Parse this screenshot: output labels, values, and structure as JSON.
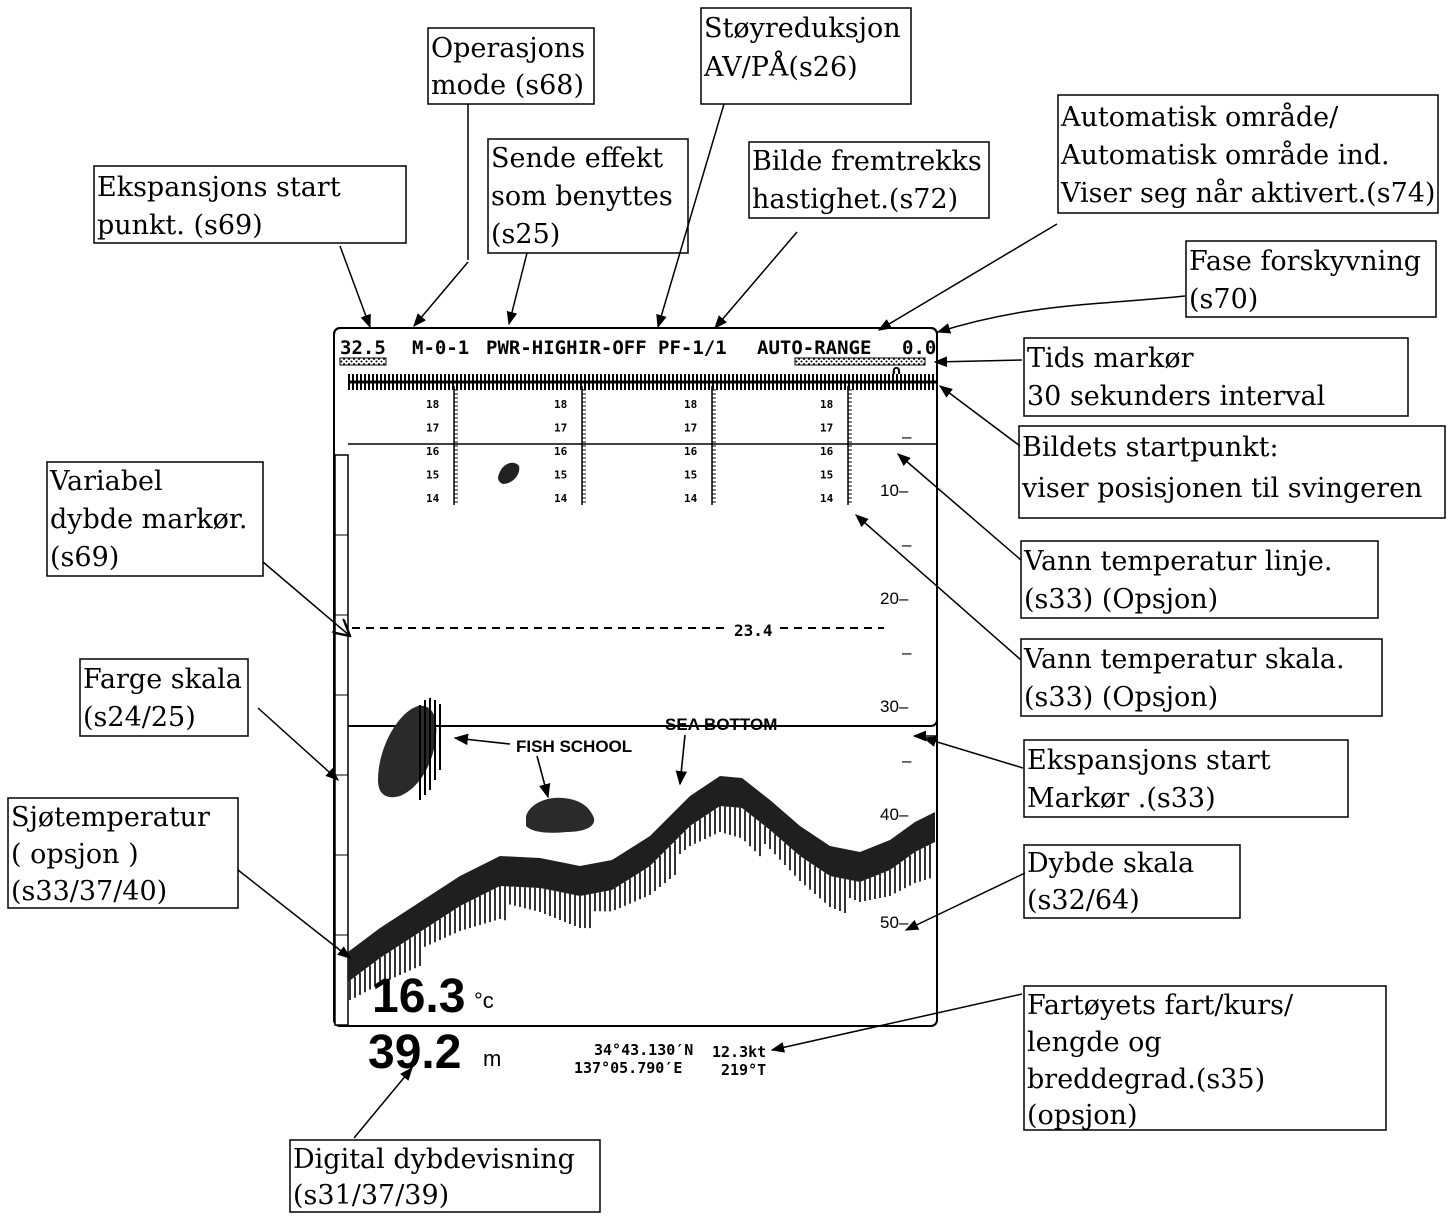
{
  "screen": {
    "header": {
      "expansion_start": "32.5",
      "mode": "M-0-1",
      "power": "PWR-HIGH",
      "ir": "IR-OFF",
      "pf": "PF-1/1",
      "auto_range": "AUTO-RANGE",
      "shift": "0.0"
    },
    "top_zero": "0",
    "depth_scale": [
      {
        "value": 0,
        "label": ""
      },
      {
        "value": 5,
        "label": "–"
      },
      {
        "value": 10,
        "label": "10–"
      },
      {
        "value": 15,
        "label": "–"
      },
      {
        "value": 20,
        "label": "20–"
      },
      {
        "value": 25,
        "label": "–"
      },
      {
        "value": 30,
        "label": "30–"
      },
      {
        "value": 35,
        "label": "–"
      },
      {
        "value": 40,
        "label": "40–"
      },
      {
        "value": 50,
        "label": "50–"
      }
    ],
    "temp_scale_ticks": [
      "18",
      "17",
      "16",
      "15",
      "14"
    ],
    "vrm_value": "23.4",
    "fish_school_label": "FISH SCHOOL",
    "sea_bottom_label": "SEA BOTTOM",
    "water_temp": {
      "value": "16.3",
      "unit": "°c"
    },
    "depth_readout": {
      "value": "39.2",
      "unit": "m"
    },
    "position": {
      "lat": "34°43.130′N",
      "lon": "137°05.790′E",
      "speed": "12.3kt",
      "course": "219°T"
    }
  },
  "callouts": {
    "operasjons_mode": [
      "Operasjons",
      "mode (s68)"
    ],
    "stoyreduksjon": [
      "Støyreduksjon",
      "AV/PÅ(s26)"
    ],
    "sende_effekt": [
      "Sende effekt",
      "som benyttes",
      "(s25)"
    ],
    "bilde_fremtrekk": [
      "Bilde fremtrekks",
      "hastighet.(s72)"
    ],
    "automatisk_omrade": [
      "Automatisk område/",
      "Automatisk område ind.",
      "Viser seg når aktivert.(s74)"
    ],
    "ekspansjons_start_punkt": [
      "Ekspansjons start",
      "punkt.  (s69)"
    ],
    "fase_forskyvning": [
      "Fase forskyvning",
      "(s70)"
    ],
    "tids_markor": [
      "Tids markør",
      "30 sekunders interval"
    ],
    "bildets_startpunkt": [
      "Bildets startpunkt:",
      "viser posisjonen til svingeren"
    ],
    "variabel_dybde": [
      "Variabel",
      "dybde markør.",
      "(s69)"
    ],
    "vann_temp_linje": [
      "Vann temperatur linje.",
      "(s33) (Opsjon)"
    ],
    "vann_temp_skala": [
      "Vann temperatur skala.",
      "(s33) (Opsjon)"
    ],
    "farge_skala": [
      "Farge skala",
      "(s24/25)"
    ],
    "ekspansjons_start_markor": [
      "Ekspansjons start",
      "Markør .(s33)"
    ],
    "sjotemperatur": [
      "Sjøtemperatur",
      "( opsjon )",
      "(s33/37/40)"
    ],
    "dybde_skala": [
      "Dybde skala",
      "(s32/64)"
    ],
    "fartoy": [
      "Fartøyets fart/kurs/",
      "lengde og",
      "breddegrad.(s35)",
      "(opsjon)"
    ],
    "digital_dybde": [
      "Digital dybdevisning",
      "(s31/37/39)"
    ]
  }
}
